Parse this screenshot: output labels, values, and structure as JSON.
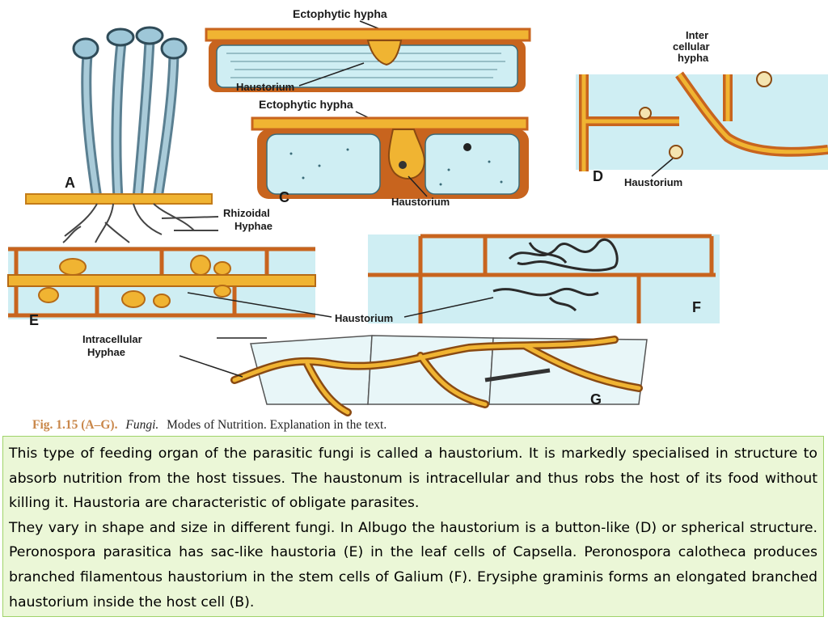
{
  "figure": {
    "labels": {
      "ectophytic_hypha_top": "Ectophytic hypha",
      "haustorium_b": "Haustorium",
      "ectophytic_hypha_c": "Ectophytic hypha",
      "haustorium_c": "Haustorium",
      "inter_cellular_hypha": [
        "Inter",
        "cellular",
        "hypha"
      ],
      "haustorium_d": "Haustorium",
      "rhizoidal_hyphae": [
        "Rhizoidal",
        "Hyphae"
      ],
      "haustorium_ef": "Haustorium",
      "intracellular_hyphae": [
        "Intracellular",
        "Hyphae"
      ]
    },
    "panel_letters": [
      "A",
      "C",
      "D",
      "E",
      "F",
      "G"
    ],
    "caption": {
      "prefix": "Fig. 1.15 (A–G).",
      "italic": "Fungi.",
      "rest": "Modes of Nutrition. Explanation in the text."
    },
    "colors": {
      "cell_fill": "#cfeef3",
      "cell_wall": "#c8641e",
      "hypha": "#f0b432",
      "stalk": "#9fc3d3"
    }
  },
  "text": {
    "paragraph1": "This type of feeding organ of the parasitic fungi is called a haustorium. It is markedly specialised in structure to absorb nutrition from the host tissues. The haustonum is intracellular and thus robs the host of its food without killing it. Haustoria are characteristic of obligate parasites.",
    "paragraph2": "They vary in shape and size in different fungi. In Albugo the haustorium is a button-like (D) or spherical structure. Peronospora parasitica has sac-like haustoria (E) in the leaf cells of Capsella. Peronospora calotheca produces branched filamentous haustorium in the stem cells of Galium (F). Erysiphe graminis forms an elongated branched haustorium inside the host cell (B)."
  }
}
